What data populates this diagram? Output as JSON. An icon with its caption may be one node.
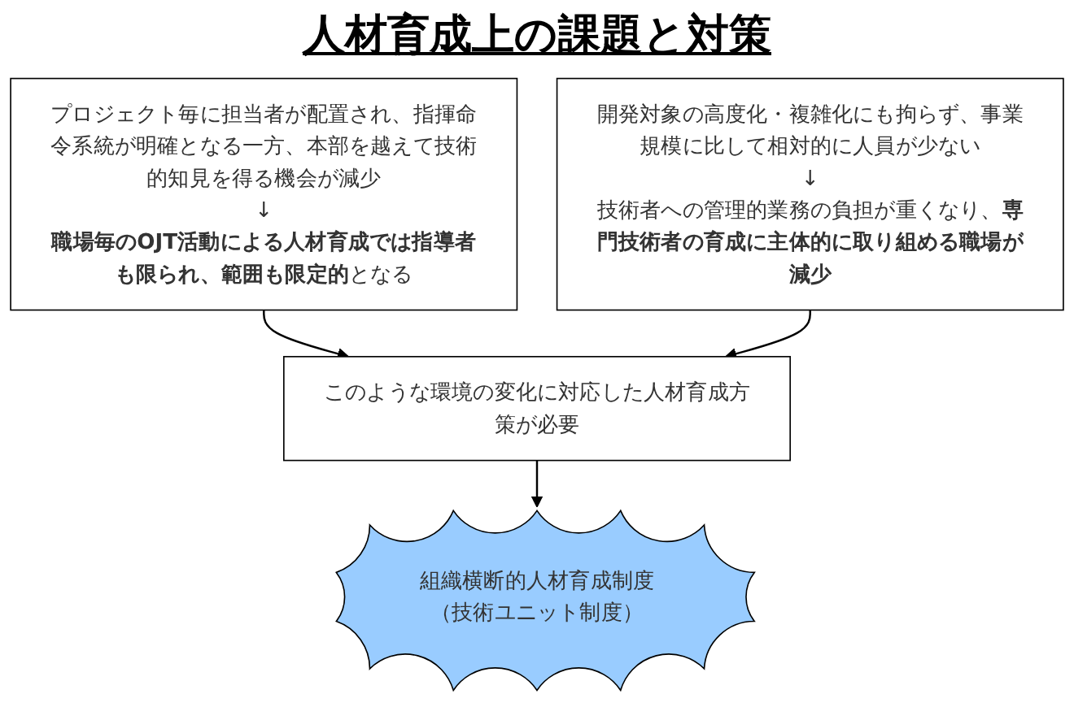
{
  "diagram": {
    "title": "人材育成上の課題と対策",
    "nodes": [
      {
        "text": [
          "プロジェクト毎に担当者が配置され、指揮命令系統が明確となる一方、本部を越えて技術的知見を得る機会が減少",
          "↓",
          "**職場毎のOJT活動による人材育成では指導者も限られ、範囲も限定的**となる"
        ]
      },
      {
        "text": [
          "開発対象の高度化・複雑化にも拘らず、事業規模に比して相対的に人員が少ない",
          "↓",
          "技術者への管理的業務の負担が重くなり、**専門技術者の育成に主体的に取り組める職場が減少**"
        ]
      },
      {
        "text": [
          "このような環境の変化に対応した人材育成方策が必要"
        ]
      },
      {
        "text": [
          "組織横断的人材育成制度",
          "（技術ユニット制度）"
        ]
      }
    ],
    "edges": [
      {
        "from": 0,
        "to": 2,
        "arrow": "to"
      },
      {
        "from": 1,
        "to": 2,
        "arrow": "to"
      },
      {
        "from": 2,
        "to": 3,
        "arrow": "to"
      }
    ]
  }
}
